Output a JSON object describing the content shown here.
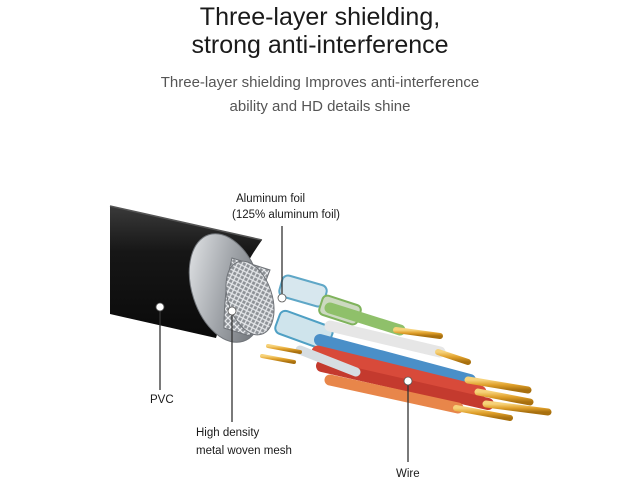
{
  "heading": {
    "line1": "Three-layer shielding,",
    "line2": "strong anti-interference"
  },
  "subheading": {
    "line1": "Three-layer shielding Improves anti-interference",
    "line2": "ability and HD details shine"
  },
  "callouts": {
    "aluminum_foil": {
      "line1": "Aluminum foil",
      "line2": "(125% aluminum foil)"
    },
    "pvc": "PVC",
    "mesh": {
      "line1": "High density",
      "line2": "metal woven mesh"
    },
    "wire": "Wire"
  },
  "colors": {
    "jacket": "#1c1c1c",
    "foil": "#c9ccd0",
    "mesh": "#a9acb0",
    "wire_red": "#d84a3a",
    "wire_blue": "#4a8fc8",
    "wire_green": "#8fc06a",
    "wire_white": "#e6e6e6",
    "conductor_gold": "#e0a02a",
    "leader_line": "#333333"
  }
}
